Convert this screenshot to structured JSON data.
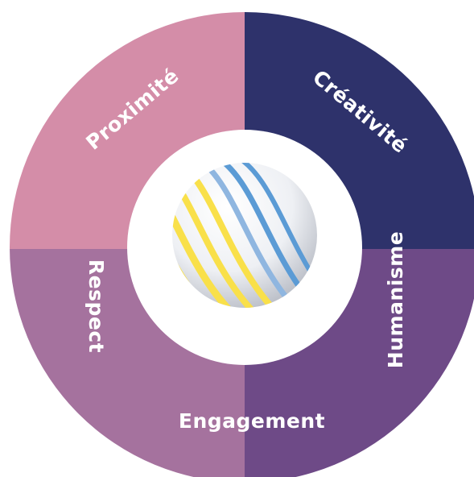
{
  "segments": [
    {
      "label": "Proximité",
      "color": "#d48da8"
    },
    {
      "label": "Créativité",
      "color": "#2e326b"
    },
    {
      "label": "Humanisme",
      "color": "#6e4a87"
    },
    {
      "label": "Engagement",
      "color": "#6e4a87"
    },
    {
      "label": "Respect",
      "color": "#a5729e"
    }
  ],
  "center": {
    "icon": "globe-icon",
    "stripe_colors": [
      "#f9e04a",
      "#f4b63a",
      "#e8902a",
      "#5b9bd5",
      "#8fb6e0"
    ]
  }
}
